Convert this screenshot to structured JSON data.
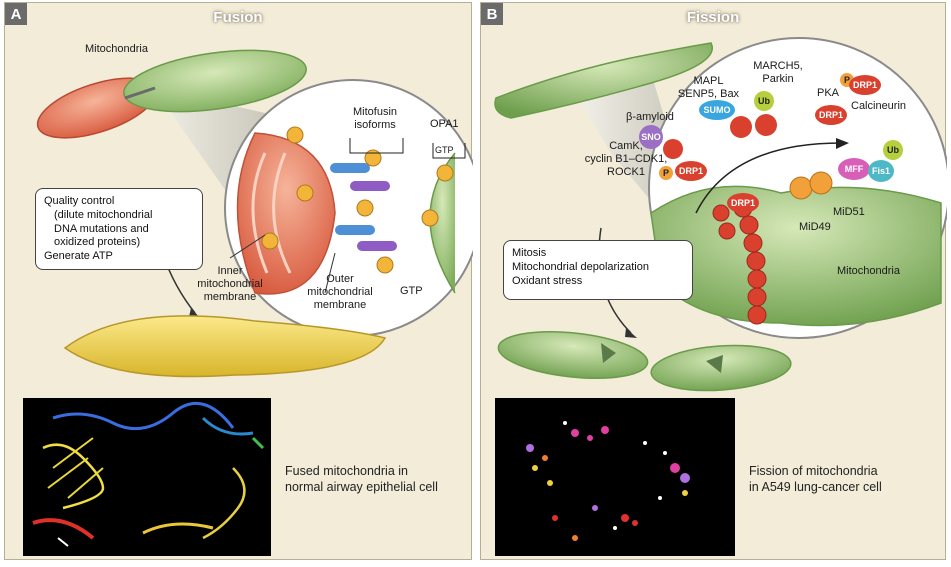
{
  "panel_a": {
    "letter": "A",
    "title": "Fusion",
    "labels": {
      "mitochondria": "Mitochondria",
      "mitofusin": [
        "Mitofusin",
        "isoforms"
      ],
      "opa1": "OPA1",
      "gtp_top": "GTP",
      "gtp_bottom": "GTP",
      "inner_membrane": [
        "Inner",
        "mitochondrial",
        "membrane"
      ],
      "outer_membrane": [
        "Outer",
        "mitochondrial",
        "membrane"
      ]
    },
    "box_lines": [
      "Quality control",
      "(dilute mitochondrial",
      "DNA mutations and",
      "oxidized proteins)",
      "Generate ATP"
    ],
    "caption": [
      "Fused mitochondria in",
      "normal airway epithelial cell"
    ]
  },
  "panel_b": {
    "letter": "B",
    "title": "Fission",
    "labels": {
      "march5": [
        "MARCH5,",
        "Parkin"
      ],
      "mapl": [
        "MAPL",
        "SENP5, Bax"
      ],
      "beta_amyloid": "β-amyloid",
      "camk": [
        "CamK,",
        "cyclin B1–CDK1,",
        "ROCK1"
      ],
      "pka": "PKA",
      "calcineurin": "Calcineurin",
      "mid49": "MiD49",
      "mid51": "MiD51",
      "mitochondria": "Mitochondria"
    },
    "pills": {
      "sumo": "SUMO",
      "ub": "Ub",
      "sno": "SNO",
      "p": "P",
      "drp1": "DRP1",
      "mff": "MFF",
      "fis1": "Fis1"
    },
    "box_lines": [
      "Mitosis",
      "Mitochondrial depolarization",
      "Oxidant stress"
    ],
    "caption": [
      "Fission of mitochondria",
      "in A549 lung-cancer cell"
    ]
  },
  "colors": {
    "panel_bg": "#f2ecd9",
    "mito_green": "#a9c98a",
    "mito_red": "#e87a5e",
    "mito_yellow": "#f0d44a",
    "drp1_red": "#d9412e",
    "sumo_blue": "#3aa6e0",
    "sno_purple": "#9b6fc4",
    "ub_green": "#b5cf3d",
    "mff_pink": "#d85fb8",
    "fis1_teal": "#4fb8c6",
    "orange": "#f2a13a"
  }
}
